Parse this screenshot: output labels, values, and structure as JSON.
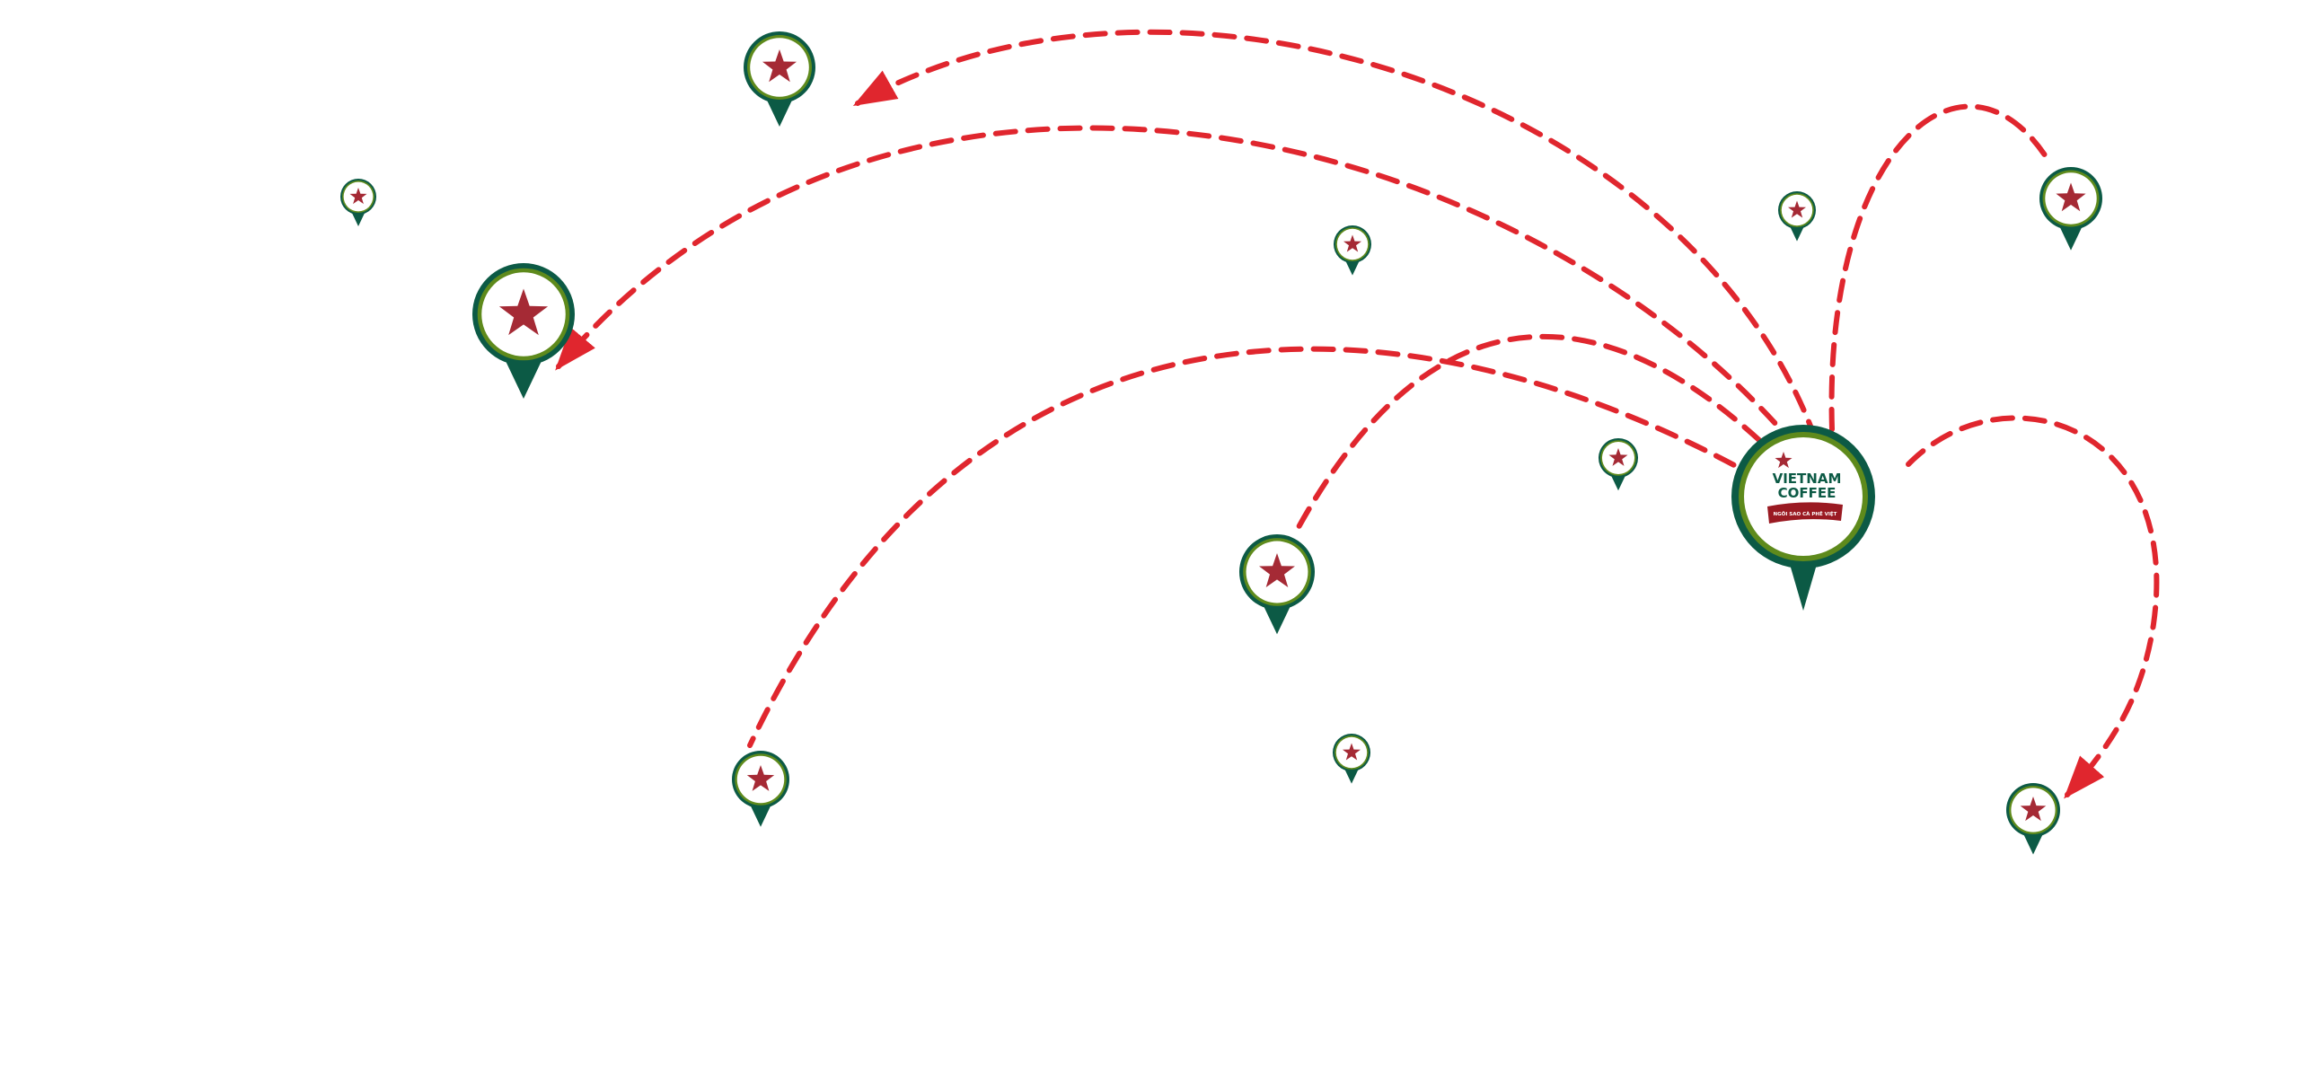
{
  "colors": {
    "pin_ring": "#0c5a45",
    "pin_accent_ring": "#5e8a1c",
    "pin_fill": "#ffffff",
    "star": "#a52a35",
    "route": "#e0262e",
    "logo_text": "#0c5a45",
    "ribbon": "#9a1a22",
    "ribbon_text": "#ffffff"
  },
  "hub": {
    "icon": "vietnam-coffee-logo-pin",
    "logo_line1": "VIETNAM",
    "logo_line2": "COFFEE",
    "tagline": "NGÔI SAO CÀ PHÊ VIỆT"
  },
  "locations": [
    {
      "id": "north-top",
      "icon": "star-pin"
    },
    {
      "id": "far-west",
      "icon": "star-pin"
    },
    {
      "id": "west-large",
      "icon": "star-pin"
    },
    {
      "id": "central-north",
      "icon": "star-pin"
    },
    {
      "id": "near-hub-north",
      "icon": "star-pin"
    },
    {
      "id": "north-east",
      "icon": "star-pin"
    },
    {
      "id": "near-hub-west",
      "icon": "star-pin"
    },
    {
      "id": "center",
      "icon": "star-pin"
    },
    {
      "id": "south-west",
      "icon": "star-pin"
    },
    {
      "id": "south-center",
      "icon": "star-pin"
    },
    {
      "id": "south-east",
      "icon": "star-pin"
    }
  ],
  "routes": [
    {
      "from": "hub",
      "to": "north-top",
      "arrow": true
    },
    {
      "from": "hub",
      "to": "west-large",
      "arrow": true
    },
    {
      "from": "hub",
      "to": "south-west",
      "arrow": false
    },
    {
      "from": "hub",
      "to": "center",
      "arrow": false
    },
    {
      "from": "hub",
      "to": "north-east",
      "arrow": false
    },
    {
      "from": "hub",
      "to": "south-east",
      "arrow": true
    }
  ]
}
